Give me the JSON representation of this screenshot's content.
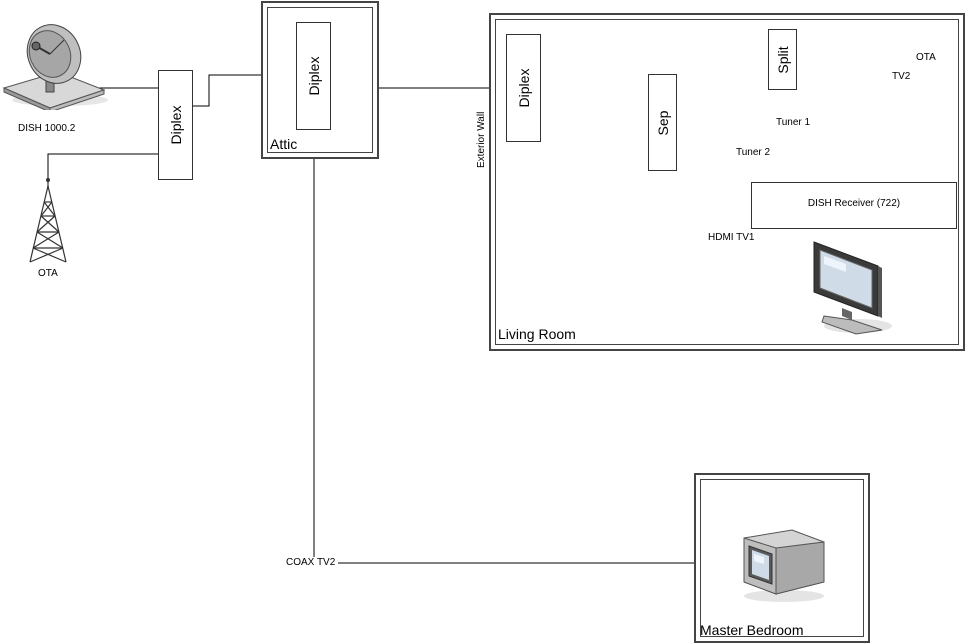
{
  "rooms": {
    "attic": "Attic",
    "living_room": "Living Room",
    "master_bedroom": "Master Bedroom"
  },
  "wall_label": "Exterior Wall",
  "components": {
    "diplex_outdoor": "Diplex",
    "diplex_attic": "Diplex",
    "diplex_living": "Diplex",
    "sep": "Sep",
    "split": "Split",
    "receiver": "DISH Receiver (722)"
  },
  "labels": {
    "dish": "DISH 1000.2",
    "ota_antenna": "OTA",
    "ota_line": "OTA",
    "tv2_line": "TV2",
    "tuner1": "Tuner 1",
    "tuner2": "Tuner 2",
    "hdmi": "HDMI TV1",
    "coax": "COAX TV2"
  },
  "icons": {
    "dish": "satellite-dish-icon",
    "antenna": "antenna-tower-icon",
    "tv1": "lcd-monitor-icon",
    "tv2": "crt-television-icon"
  }
}
